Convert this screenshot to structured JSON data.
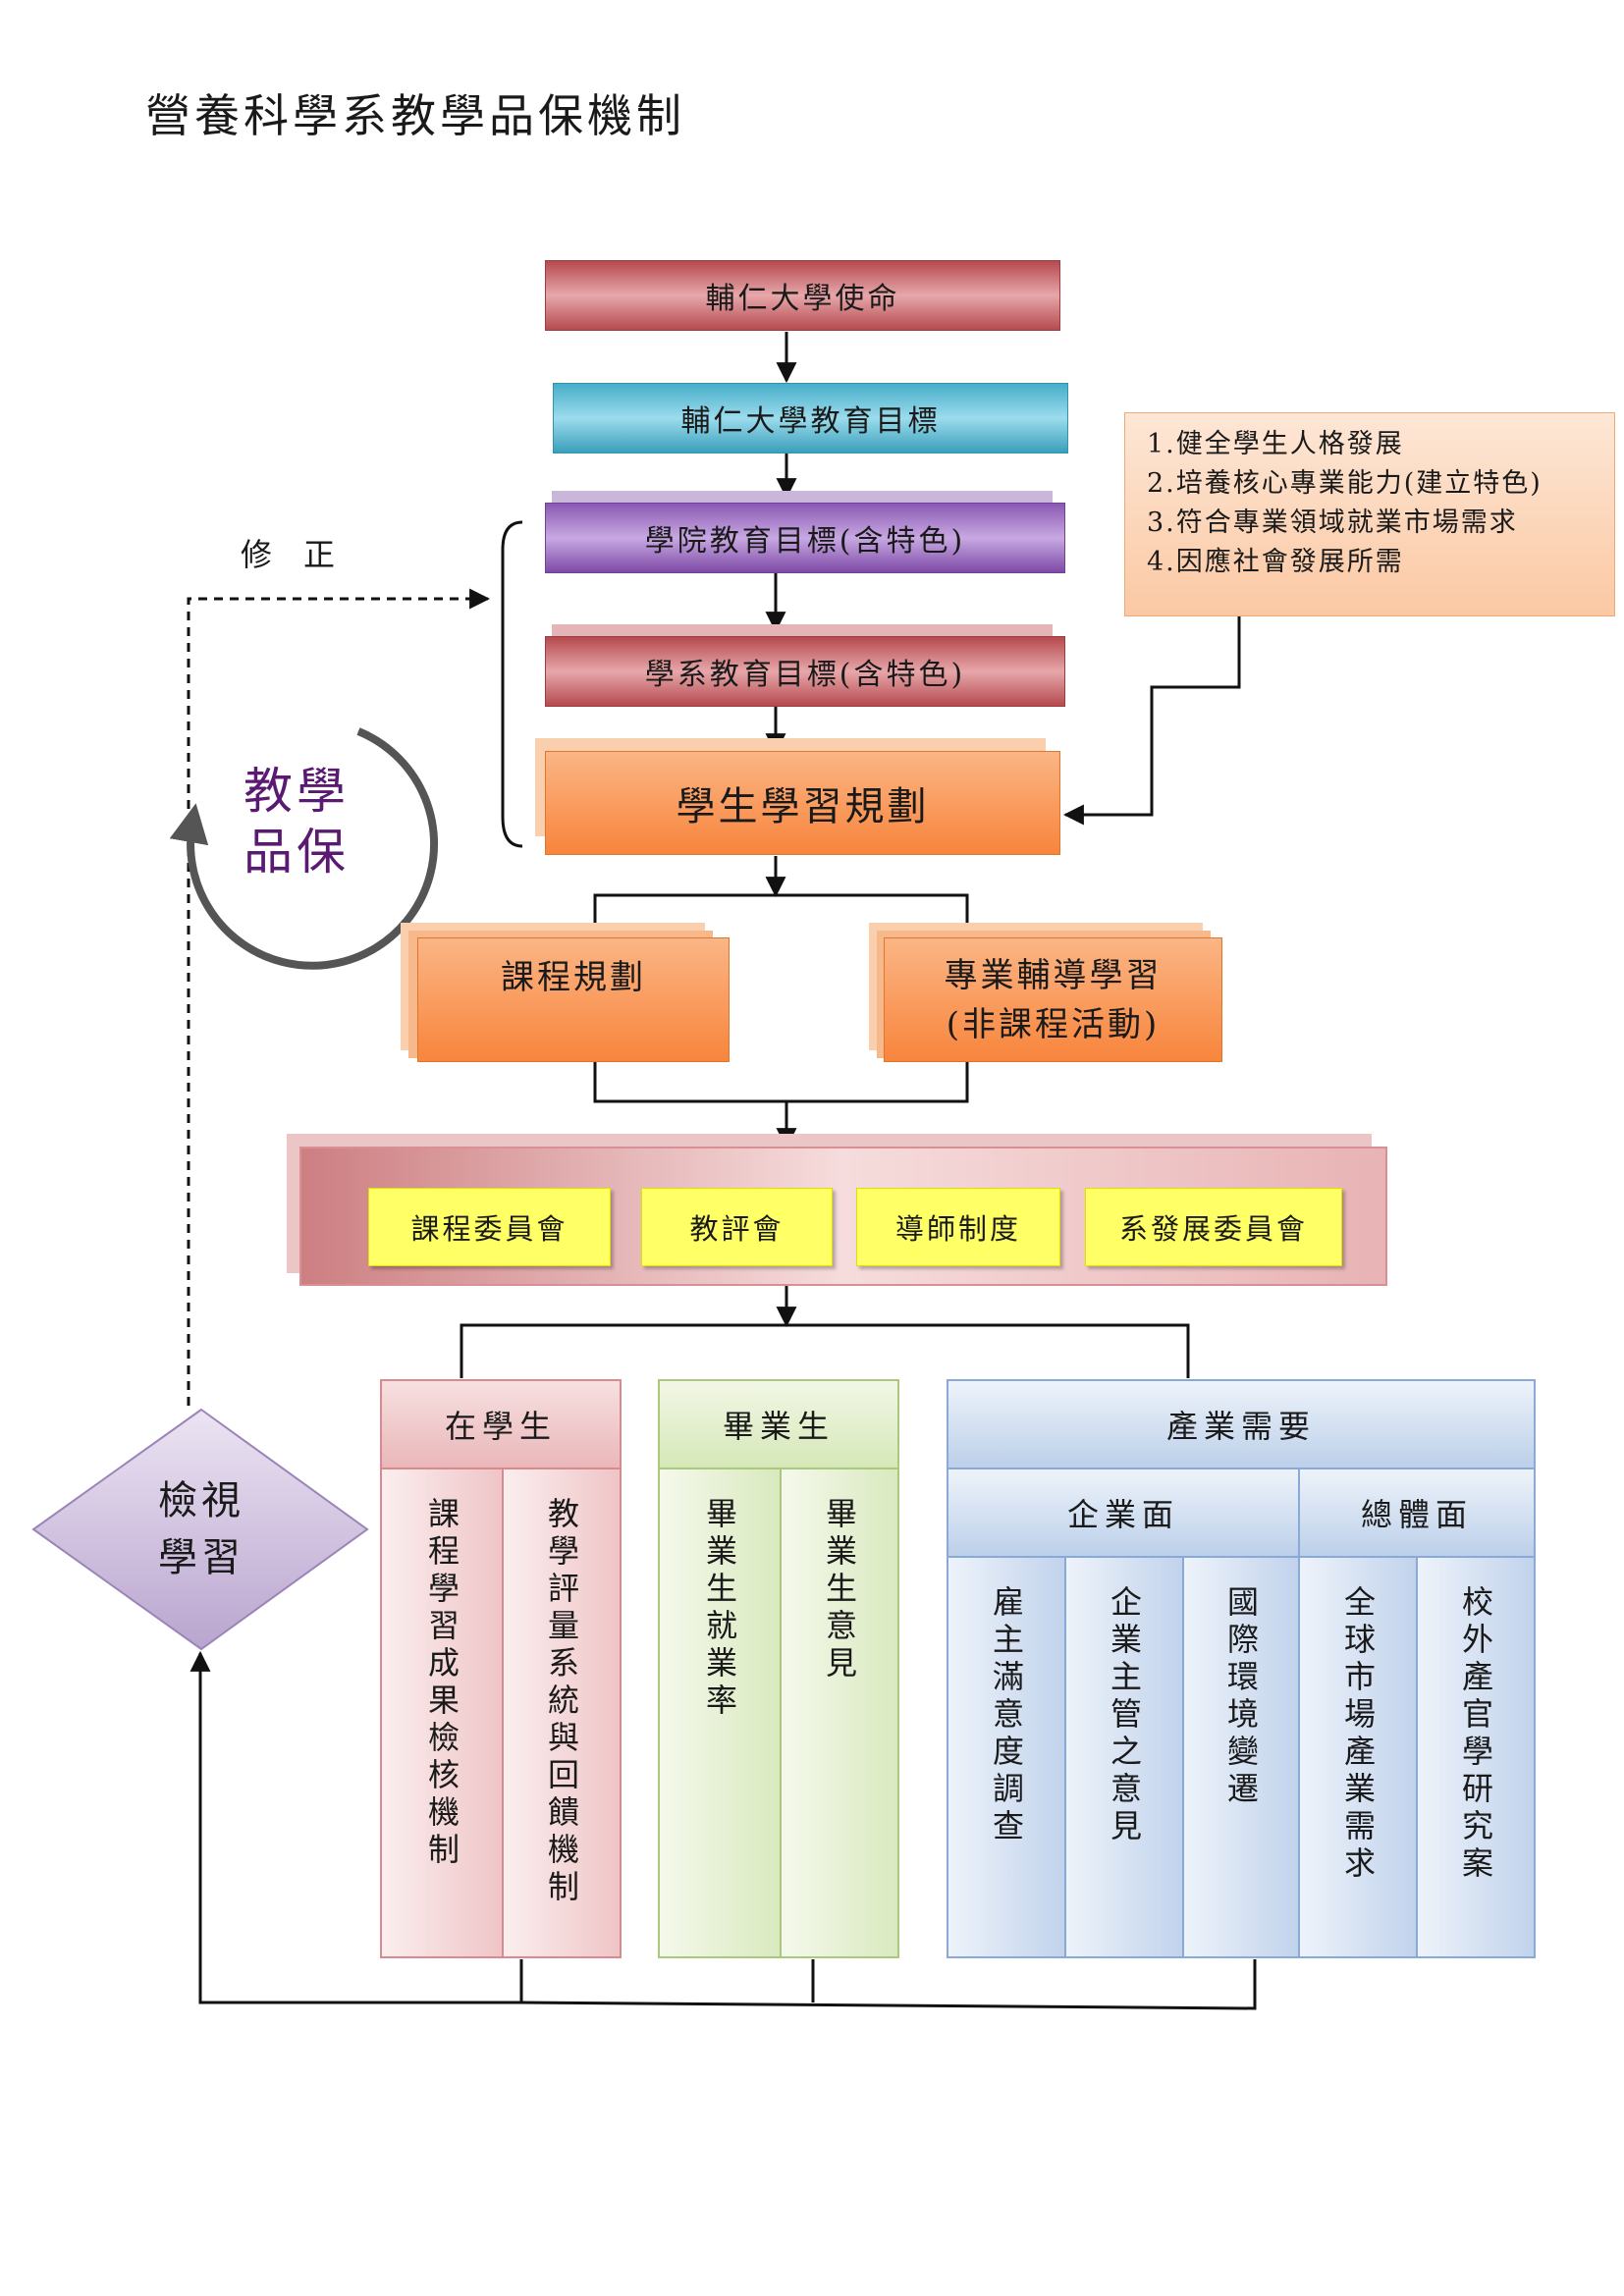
{
  "title": "營養科學系教學品保機制",
  "mission": "輔仁大學使命",
  "university_goal": "輔仁大學教育目標",
  "college_goal": "學院教育目標(含特色)",
  "dept_goal": "學系教育目標(含特色)",
  "student_plan": "學生學習規劃",
  "external_goals": [
    "1.健全學生人格發展",
    "2.培養核心專業能力(建立特色)",
    "3.符合專業領域就業市場需求",
    "4.因應社會發展所需"
  ],
  "revise_label": "修　正",
  "cycle_label": {
    "line1": "教學",
    "line2": "品保"
  },
  "curriculum": "課程規劃",
  "guidance": {
    "line1": "專業輔導學習",
    "line2": "(非課程活動)"
  },
  "committees": [
    "課程委員會",
    "教評會",
    "導師制度",
    "系發展委員會"
  ],
  "review": {
    "line1": "檢視",
    "line2": "學習"
  },
  "current_students": {
    "header": "在學生",
    "items": [
      "課程學習成果檢核機制",
      "教學評量系統與回饋機制"
    ]
  },
  "graduates": {
    "header": "畢業生",
    "items": [
      "畢業生就業率",
      "畢業生意見"
    ]
  },
  "industry": {
    "header": "產業需要",
    "enterprise": {
      "header": "企業面",
      "items": [
        "雇主滿意度調查",
        "企業主管之意見",
        "國際環境變遷"
      ]
    },
    "overall": {
      "header": "總體面",
      "items": [
        "全球市場產業需求",
        "校外產官學研究案"
      ]
    }
  },
  "colors": {
    "mission": "#c9585d",
    "university_goal": "#5cc0d9",
    "college_goal": "#9b6bc4",
    "student_plan": "#f8944c",
    "committee": "#ffff66",
    "cycle_text": "#5b1a72",
    "current_students": "#e8b0b2",
    "graduates": "#d6e8b8",
    "industry": "#bcd0ea"
  }
}
